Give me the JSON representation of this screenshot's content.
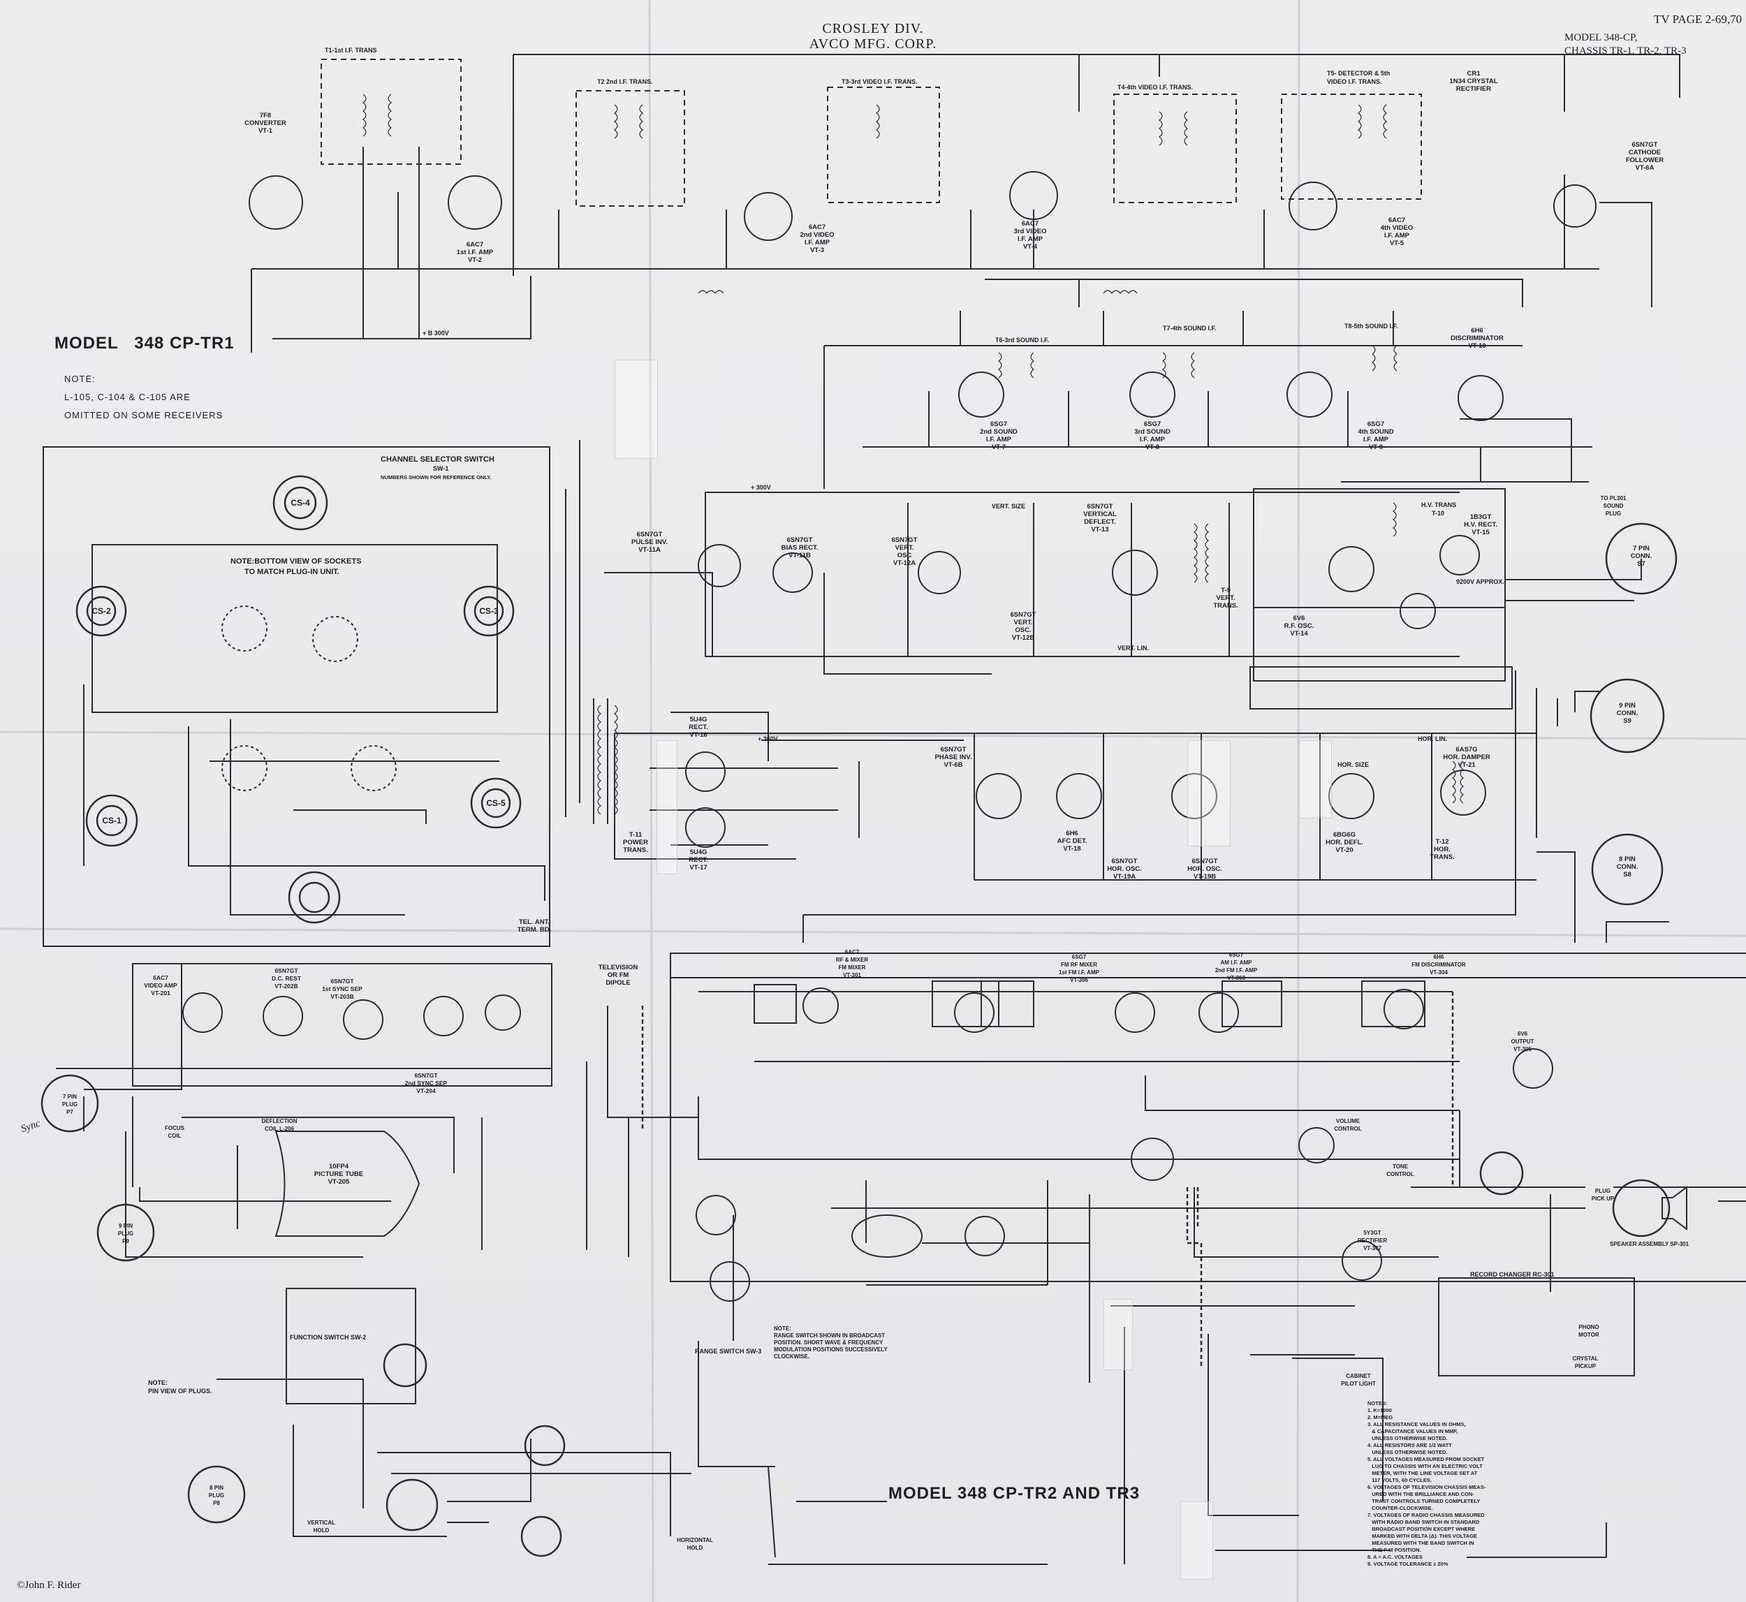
{
  "header": {
    "division": "CROSLEY DIV.",
    "corp": "AVCO MFG. CORP.",
    "tv_page": "TV PAGE 2-69,70",
    "model_ref_1": "MODEL 348-CP,",
    "model_ref_2": "CHASSIS TR-1, TR-2, TR-3"
  },
  "titles": {
    "top_model": "MODEL   348 CP-TR1",
    "bottom_model": "MODEL  348 CP-TR2 AND TR3"
  },
  "notes": {
    "note_label": "NOTE:",
    "note_line1": "L-105, C-104 & C-105 ARE",
    "note_line2": "OMITTED ON SOME RECEIVERS",
    "bottom_view": "NOTE:BOTTOM VIEW OF SOCKETS",
    "bottom_view2": "TO MATCH PLUG-IN UNIT.",
    "plug_view": "NOTE:",
    "plug_view2": "PIN VIEW OF PLUGS."
  },
  "sections": {
    "t1": "T1-1st I.F. TRANS",
    "t2": "T2  2nd I.F. TRANS.",
    "t3": "T3-3rd VIDEO I.F. TRANS.",
    "t4": "T4-4th VIDEO I.F. TRANS.",
    "t5a": "T5- DETECTOR & 5th",
    "t5b": "VIDEO I.F. TRANS.",
    "t6": "T6-3rd SOUND I.F.",
    "t7": "T7-4th SOUND I.F.",
    "t8": "T8-5th SOUND I.F.",
    "channel_selector": "CHANNEL SELECTOR SWITCH",
    "sw1": "SW-1",
    "numbers_ref": "NUMBERS SHOWN FOR REFERENCE ONLY.",
    "hv_trans": "H.V. TRANS",
    "t10": "T-10",
    "power_trans": "T-11\nPOWER\nTRANS.",
    "tel_ant": "TEL. ANT.\nTERM. BD.",
    "function_switch": "FUNCTION SWITCH SW-2",
    "range_switch": "RANGE SWITCH SW-3",
    "record_changer": "RECORD CHANGER  RC-301",
    "speaker": "SPEAKER ASSEMBLY SP-301",
    "picture_tube": "10FP4\nPICTURE TUBE\nVT-205",
    "television_dipole": "TELEVISION\nOR FM\nDIPOLE"
  },
  "tubes": {
    "vt1": "7F8\nCONVERTER\nVT-1",
    "vt2": "6AC7\n1st I.F. AMP\nVT-2",
    "vt3": "6AC7\n2nd VIDEO\nI.F. AMP\nVT-3",
    "vt4": "6AC7\n3rd VIDEO\nI.F. AMP\nVT-4",
    "vt5": "6AC7\n4th VIDEO\nI.F. AMP\nVT-5",
    "cr1": "CR1\n1N34 CRYSTAL\nRECTIFIER",
    "vt6a": "6SN7GT\nCATHODE\nFOLLOWER\nVT-6A",
    "vt7": "6SG7\n2nd SOUND\nI.F. AMP\nVT-7",
    "vt8": "6SG7\n3rd SOUND\nI.F. AMP\nVT-8",
    "vt9": "6SG7\n4th SOUND\nI.F. AMP\nVT-9",
    "vt10": "6H6\nDISCRIMINATOR\nVT-10",
    "vt11a": "6SN7GT\nPULSE INV.\nVT-11A",
    "vt11b": "6SN7GT\nBIAS RECT.\nVT-11B",
    "vt12a": "6SN7GT\nVERT.\nOSC\nVT-12A",
    "vt12b": "6SN7GT\nVERT.\nOSC.\nVT-12B",
    "vt13": "6SN7GT\nVERTICAL\nDEFLECT.\nVT-13",
    "vt14": "6V6\nR.F. OSC.\nVT-14",
    "vt15": "1B3GT\nH.V. RECT.\nVT-15",
    "vt16": "5U4G\nRECT.\nVT-16",
    "vt17": "5U4G\nRECT.\nVT-17",
    "vt6b": "6SN7GT\nPHASE INV.\nVT-6B",
    "vt18": "6H6\nAFC DET.\nVT-18",
    "vt19a": "6SN7GT\nHOR. OSC.\nVT-19A",
    "vt19b": "6SN7GT\nHOR. OSC.\nVT-19B",
    "vt20": "6BG6G\nHOR. DEFL.\nVT-20",
    "vt21": "6AS7G\nHOR. DAMPER\nVT-21",
    "t12": "T-12\nHOR.\nTRANS.",
    "t9": "T-9\nVERT.\nTRANS.",
    "vt201": "6AC7\nVIDEO AMP\nVT-201",
    "vt202": "6SN7GT\nD.C. REST\nVT-202B",
    "vt203": "6SN7GT\n1st SYNC SEP\nVT-203B",
    "vt204": "6SN7GT\n2nd SYNC SEP\nVT-204",
    "vt301": "6AC7\nRF & MIXER\nFM MIXER\nVT-301",
    "vt306": "6SG7\nFM RF MIXER\n1st FM I.F. AMP\nVT-306",
    "vt303": "6SG7\nAM I.F. AMP\n2nd FM I.F. AMP\nVT-303",
    "vt304": "6H6\nFM DISCRIMINATOR\nVT-304",
    "vt305": "6V6\nOUTPUT\nVT-305",
    "vt307": "5Y3GT\nRECTIFIER\nVT-307"
  },
  "connectors": {
    "s7": "7 PIN\nCONN.\nS7",
    "s9": "9 PIN\nCONN.\nS9",
    "s8": "8 PIN\nCONN.\nS8",
    "cs1": "CS-1",
    "cs2": "CS-2",
    "cs3": "CS-3",
    "cs4": "CS-4",
    "cs5": "CS-5",
    "p7": "7 PIN\nPLUG\nP7",
    "p8": "8 PIN\nPLUG\nP8",
    "p9": "9 PIN\nPLUG\nP9"
  },
  "footer": {
    "copyright": "©John F. Rider",
    "notes_head": "NOTES:\n1. K=1000\n2. M=MEG\n3. ALL RESISTANCE VALUES IN OHMS,\n   & CAPACITANCE VALUES IN MMF,\n   UNLESS OTHERWISE NOTED.\n4. ALL RESISTORS ARE 1/2 WATT\n   UNLESS OTHERWISE NOTED.\n5. ALL VOLTAGES MEASURED FROM SOCKET\n   LUG TO CHASSIS WITH AN ELECTRIC VOLT\n   METER, WITH THE LINE VOLTAGE SET AT\n   117 VOLTS, 60 CYCLES.\n6. VOLTAGES OF TELEVISION CHASSIS MEAS-\n   URED WITH THE BRILLIANCE AND CON-\n   TRAST CONTROLS TURNED COMPLETELY\n   COUNTER-CLOCKWISE.\n7. VOLTAGES OF RADIO CHASSIS MEASURED\n   WITH RADIO BAND SWITCH IN STANDARD\n   BROADCAST POSITION EXCEPT WHERE\n   MARKED WITH DELTA (Δ). THIS VOLTAGE\n   MEASURED WITH THE BAND SWITCH IN\n   THE F-M POSITION.\n8. A = A.C. VOLTAGES\n9. VOLTAGE TOLERANCE ± 20%",
    "range_note": "NOTE:\nRANGE SWITCH SHOWN IN BROADCAST\nPOSITION. SHORT WAVE & FREQUENCY\nMODULATION POSITIONS SUCCESSIVELY\nCLOCKWISE."
  },
  "misc": {
    "b300": "+ B 300V",
    "v300": "+ 300V",
    "v360": "+ 360V",
    "hv": "9200V APPROX.",
    "sync": "Sync",
    "hor_lin": "HOR. LIN.",
    "vert_lin": "VERT. LIN.",
    "vert_size": "VERT. SIZE",
    "hor_size": "HOR. SIZE",
    "volume": "VOLUME\nCONTROL",
    "tone": "TONE\nCONTROL",
    "focus": "FOCUS\nCOIL",
    "deflection": "DEFLECTION\nCOIL L-206",
    "horizontal_hold": "HORIZONTAL\nHOLD",
    "vertical_hold": "VERTICAL\nHOLD",
    "phono": "PHONO\nMOTOR",
    "crystal_pickup": "CRYSTAL\nPICKUP",
    "pilot_light": "CABINET\nPILOT LIGHT",
    "plug_pick_up": "PLUG\nPICK UP",
    "to_pl301": "TO PL301\nSOUND\nPLUG"
  },
  "colors": {
    "paper": "#e9eaec",
    "ink": "#1d1d22"
  }
}
